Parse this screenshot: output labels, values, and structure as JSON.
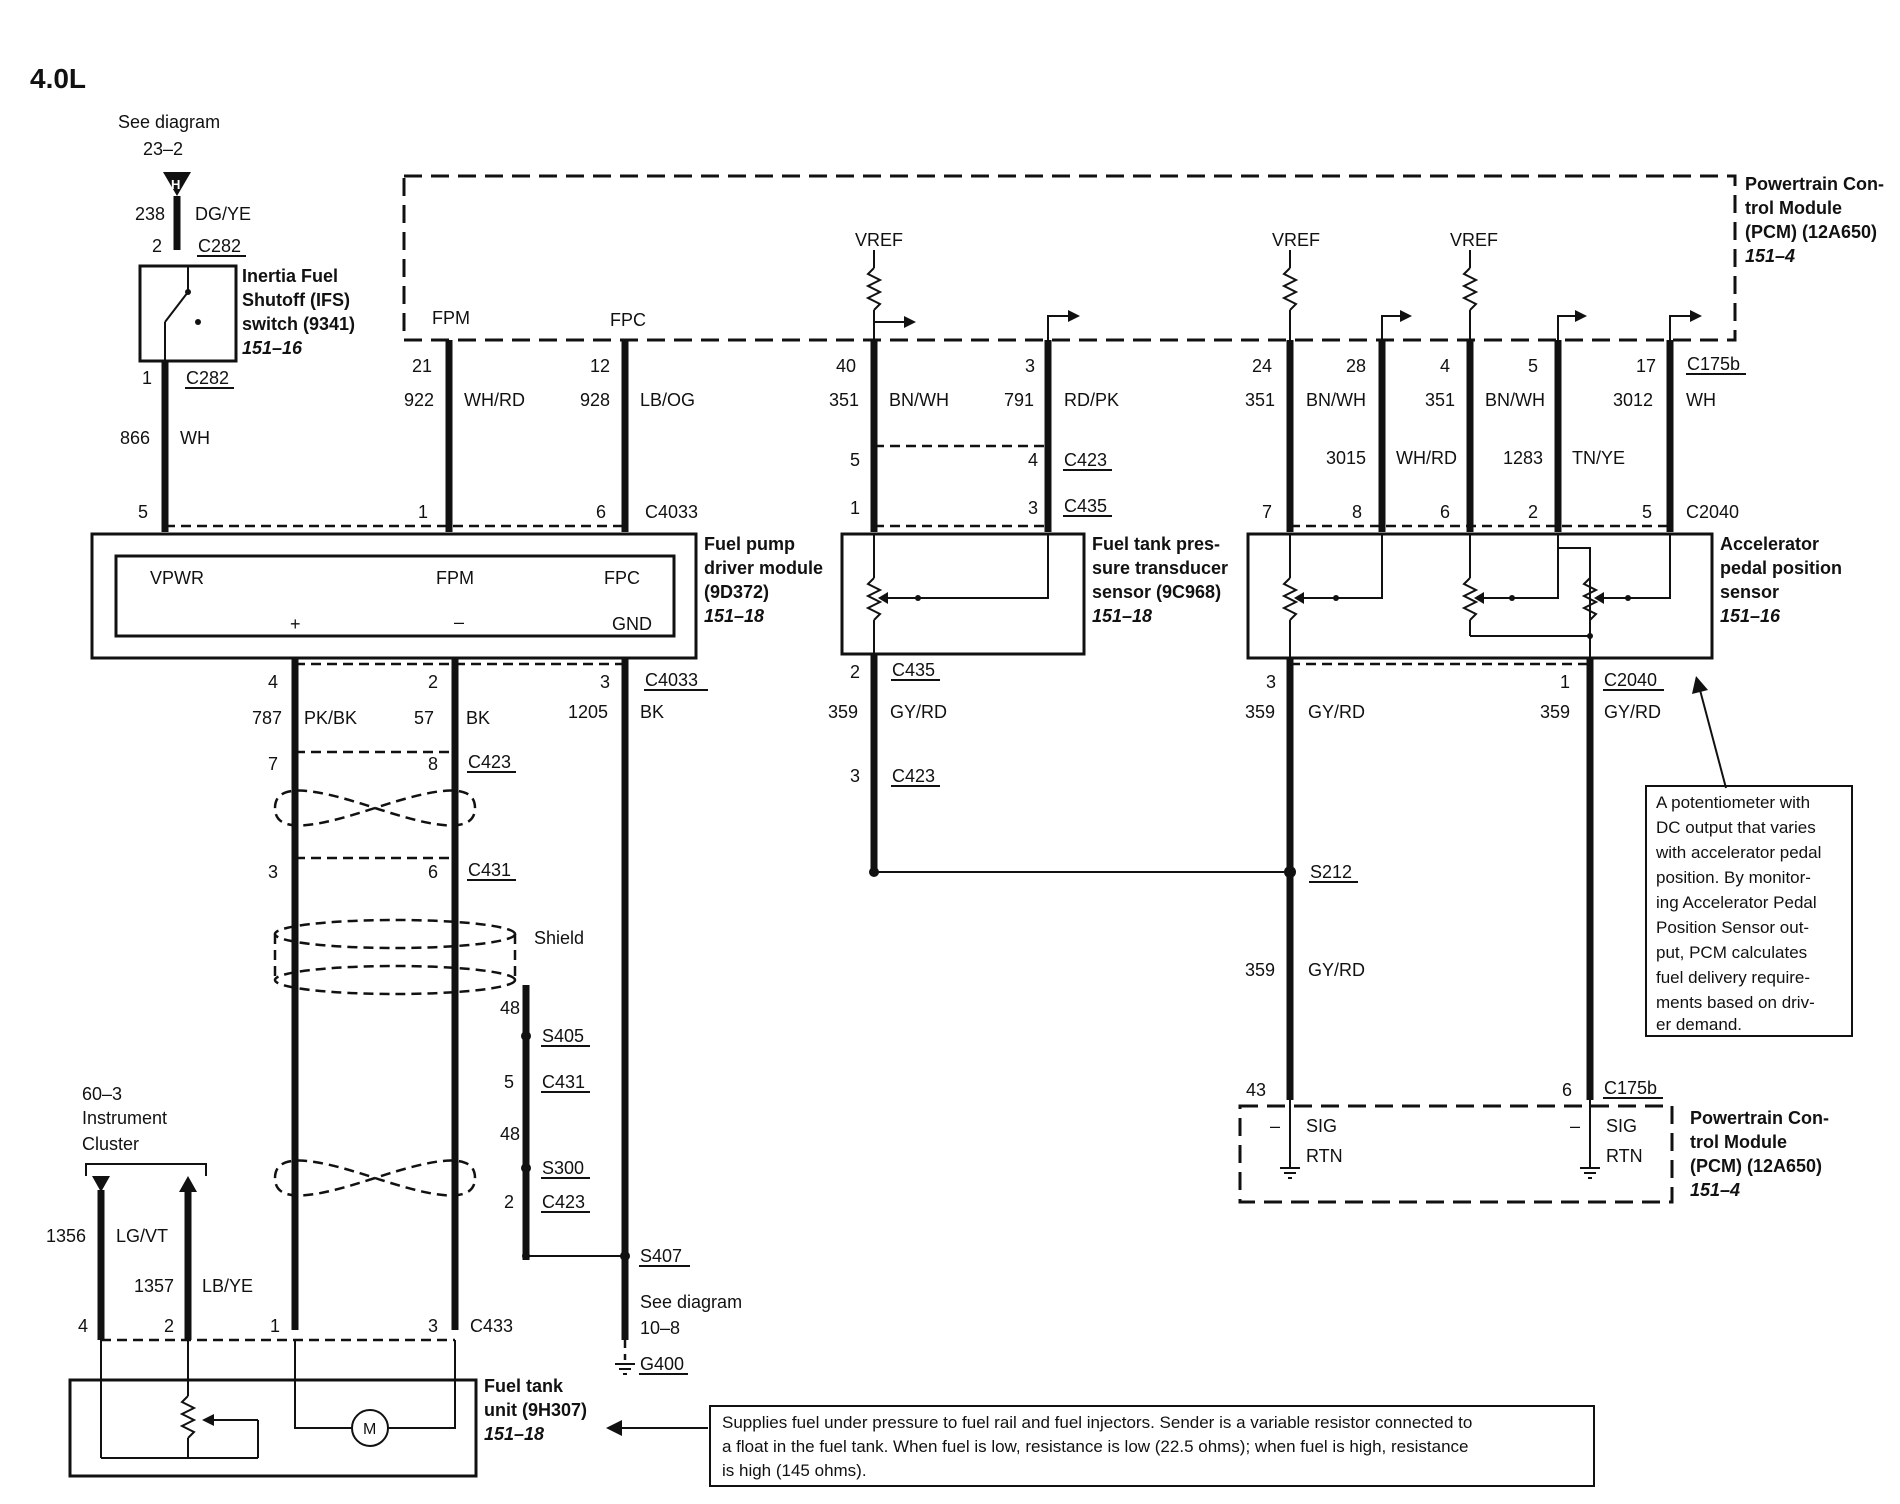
{
  "engine_label": "4.0L",
  "ifs": {
    "see1": "See diagram",
    "see2": "23–2",
    "conn": "H",
    "c_top": "C282",
    "c_bot": "C282",
    "wire_in": "238",
    "color_in": "DG/YE",
    "pin_top": "2",
    "pin_bot": "1",
    "wire_out": "866",
    "color_out": "WH",
    "name1": "Inertia Fuel",
    "name2": "Shutoff (IFS)",
    "name3": "switch (9341)",
    "ref": "151–16"
  },
  "pcm_top": {
    "name1": "Powertrain Con-",
    "name2": "trol Module",
    "name3": "(PCM) (12A650)",
    "ref": "151–4",
    "fpm": "FPM",
    "fpc": "FPC",
    "vref": "VREF",
    "conn": "C175b"
  },
  "pins_top": [
    "21",
    "12",
    "40",
    "3",
    "24",
    "28",
    "4",
    "5",
    "17"
  ],
  "wires_top": [
    {
      "num": "922",
      "color": "WH/RD"
    },
    {
      "num": "928",
      "color": "LB/OG"
    },
    {
      "num": "351",
      "color": "BN/WH"
    },
    {
      "num": "791",
      "color": "RD/PK"
    },
    {
      "num": "351",
      "color": "BN/WH"
    },
    {
      "num": "351",
      "color": "BN/WH"
    },
    {
      "num": "3012",
      "color": "WH"
    },
    {
      "num": "3015",
      "color": "WH/RD"
    },
    {
      "num": "1283",
      "color": "TN/YE"
    }
  ],
  "fpdm": {
    "name1": "Fuel pump",
    "name2": "driver module",
    "name3": "(9D372)",
    "ref": "151–18",
    "conn": "C4033",
    "vpwr": "VPWR",
    "fpm": "FPM",
    "fpc": "FPC",
    "gnd": "GND",
    "plus": "+",
    "minus": "–",
    "pins_top": [
      "5",
      "1",
      "6"
    ],
    "pins_bot": [
      "4",
      "2",
      "3"
    ]
  },
  "ftpt": {
    "name1": "Fuel tank pres-",
    "name2": "sure transducer",
    "name3": "sensor (9C968)",
    "ref": "151–18",
    "c423": "C423",
    "c435": "C435",
    "pins": [
      "5",
      "4",
      "1",
      "3",
      "2",
      "3"
    ]
  },
  "apps": {
    "name1": "Accelerator",
    "name2": "pedal position",
    "name3": "sensor",
    "ref": "151–16",
    "conn": "C2040",
    "pins": [
      "7",
      "8",
      "6",
      "2",
      "5",
      "3",
      "1"
    ]
  },
  "lower": {
    "w787": "787",
    "pkbk": "PK/BK",
    "w57": "57",
    "bk": "BK",
    "w1205": "1205",
    "bk2": "BK",
    "c423": "C423",
    "c431": "C431",
    "c433": "C433",
    "c435": "C435",
    "c4033": "C4033",
    "c2040": "C2040",
    "p7": "7",
    "p8": "8",
    "p3": "3",
    "p6": "6",
    "shield": "Shield",
    "s405": "S405",
    "s300": "S300",
    "s407": "S407",
    "s212": "S212",
    "g400": "G400",
    "n48a": "48",
    "n5": "5",
    "n48b": "48",
    "n2": "2",
    "see1": "See diagram",
    "see2": "10–8",
    "w359": "359",
    "gyrd": "GY/RD",
    "n43": "43",
    "n6": "6",
    "c175b": "C175b",
    "n3": "3"
  },
  "cluster": {
    "l1": "60–3",
    "l2": "Instrument",
    "l3": "Cluster",
    "w1356": "1356",
    "c1": "LG/VT",
    "w1357": "1357",
    "c2": "LB/YE",
    "p4": "4",
    "p2": "2",
    "p1": "1",
    "p3": "3"
  },
  "tank": {
    "name1": "Fuel tank",
    "name2": "unit (9H307)",
    "ref": "151–18",
    "m": "M"
  },
  "pcm_bot": {
    "name1": "Powertrain Con-",
    "name2": "trol Module",
    "name3": "(PCM) (12A650)",
    "ref": "151–4",
    "sig": "SIG",
    "rtn": "RTN",
    "minus": "–"
  },
  "note_apps": [
    "A potentiometer with",
    "DC output that varies",
    "with accelerator pedal",
    "position. By monitor-",
    "ing Accelerator Pedal",
    "Position Sensor out-",
    "put, PCM calculates",
    "fuel delivery require-",
    "ments based on driv-",
    "er demand."
  ],
  "note_tank": [
    "Supplies fuel under pressure to fuel rail and fuel injectors. Sender is a variable resistor connected to",
    "a float in the fuel tank. When fuel is low, resistance is low (22.5 ohms); when fuel is high, resistance",
    "is high (145 ohms)."
  ]
}
